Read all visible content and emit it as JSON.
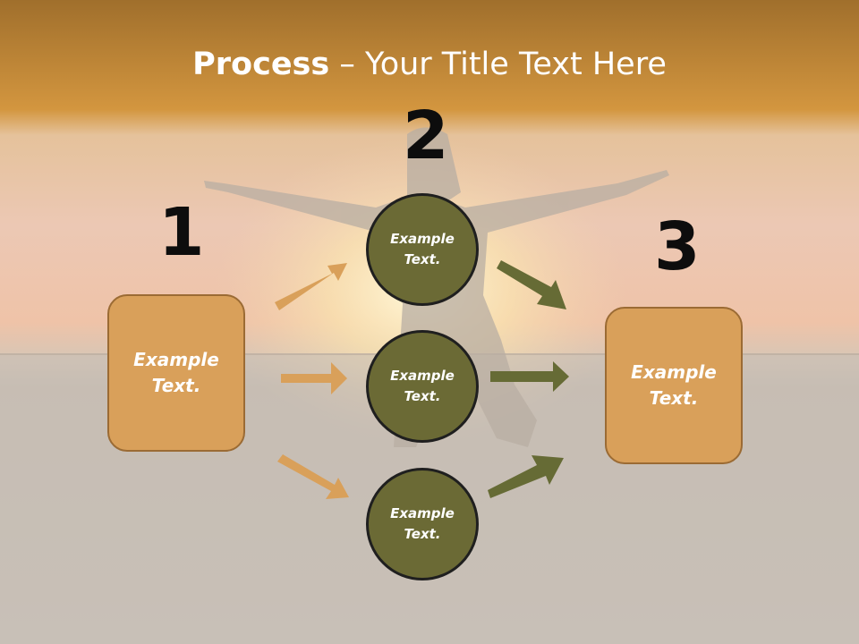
{
  "slide": {
    "title_bold": "Process",
    "title_rest": " – Your Title Text Here"
  },
  "steps": {
    "one": "1",
    "two": "2",
    "three": "3"
  },
  "boxes": {
    "left": [
      "Example",
      "Text."
    ],
    "right": [
      "Example",
      "Text."
    ]
  },
  "circles": {
    "top": [
      "Example",
      "Text."
    ],
    "middle": [
      "Example",
      "Text."
    ],
    "bottom": [
      "Example",
      "Text."
    ]
  },
  "colors": {
    "box_fill": "#d9a05a",
    "circle_fill": "#6b6a35",
    "arrow_orange": "#d9a05a",
    "arrow_olive": "#666b35"
  }
}
